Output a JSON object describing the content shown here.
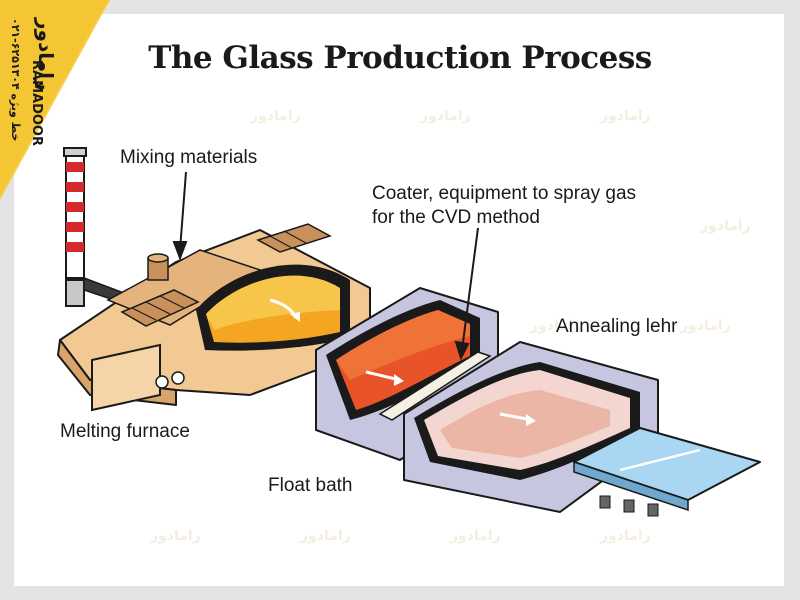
{
  "title": "The Glass Production Process",
  "labels": {
    "mixing": "Mixing materials",
    "coater_line1": "Coater, equipment to spray gas",
    "coater_line2": "for the CVD method",
    "annealing": "Annealing lehr",
    "melting": "Melting furnace",
    "float": "Float bath"
  },
  "watermark": {
    "brand": "RAMADOOR",
    "phone": "۰۲۱-۶۲۵۱۳۰۴ خط ویژه",
    "logo": "رامادور"
  },
  "colors": {
    "badge": "#f7cf4a",
    "furnace": "#f2c893",
    "molten": "#f4a623",
    "float_glass": "#e8532a",
    "tank": "#c7c6e0",
    "glass_sheet": "#a9d6f2",
    "outline": "#1a1a1a"
  }
}
